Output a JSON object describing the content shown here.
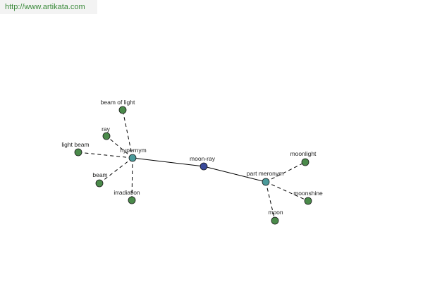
{
  "header": {
    "url": "http://www.artikata.com"
  },
  "colors": {
    "center": "#3a4a9a",
    "hub": "#4a9a9a",
    "leaf": "#4a8a4a"
  },
  "graph": {
    "center": {
      "label": "moon-ray"
    },
    "hubs": [
      {
        "label": "hypernym"
      },
      {
        "label": "part meronym"
      }
    ],
    "leaves": [
      {
        "label": "beam of light",
        "hub": 0
      },
      {
        "label": "ray",
        "hub": 0
      },
      {
        "label": "light beam",
        "hub": 0
      },
      {
        "label": "beam",
        "hub": 0
      },
      {
        "label": "irradiation",
        "hub": 0
      },
      {
        "label": "moonlight",
        "hub": 1
      },
      {
        "label": "moonshine",
        "hub": 1
      },
      {
        "label": "moon",
        "hub": 1
      }
    ]
  }
}
